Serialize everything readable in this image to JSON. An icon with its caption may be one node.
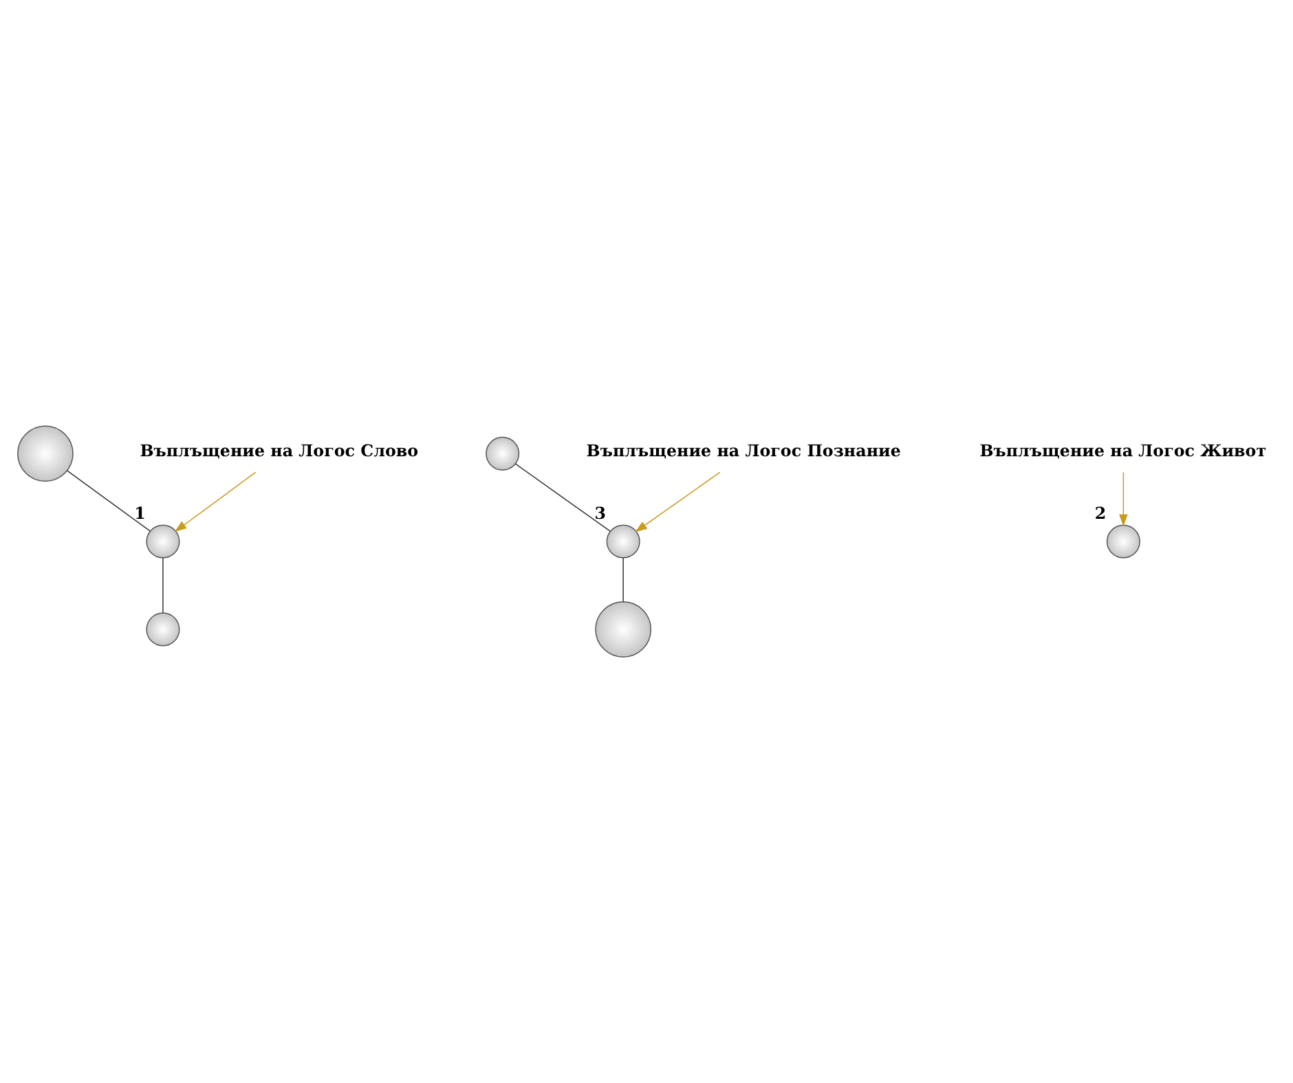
{
  "diagram": {
    "nodes": [
      {
        "text": [],
        "shape": "circle"
      },
      {
        "text": [],
        "shape": "circle"
      },
      {
        "text": [
          "Въплъщение на Логос Живот"
        ]
      },
      {
        "text": [
          "Въплъщение на Логос Познание"
        ]
      },
      {
        "text": [],
        "shape": "circle",
        "beside": [
          "3"
        ]
      },
      {
        "text": [],
        "shape": "circle",
        "beside": [
          "2"
        ]
      },
      {
        "text": [],
        "shape": "circle",
        "beside": [
          "1"
        ]
      },
      {
        "text": [
          "Въплъщение на Логос Слово"
        ]
      },
      {
        "text": [],
        "shape": "circle"
      },
      {
        "text": [],
        "shape": "circle"
      }
    ],
    "edges": [
      {
        "from": 0,
        "to": 6,
        "arrow": "none"
      },
      {
        "from": 6,
        "to": 9,
        "arrow": "none"
      },
      {
        "from": 1,
        "to": 4,
        "arrow": "none"
      },
      {
        "from": 4,
        "to": 8,
        "arrow": "none"
      },
      {
        "from": 2,
        "to": 5,
        "arrow": "to",
        "color": "#c99a1e"
      },
      {
        "from": 3,
        "to": 4,
        "arrow": "to",
        "color": "#c99a1e"
      },
      {
        "from": 7,
        "to": 6,
        "arrow": "to",
        "color": "#c99a1e"
      }
    ]
  }
}
